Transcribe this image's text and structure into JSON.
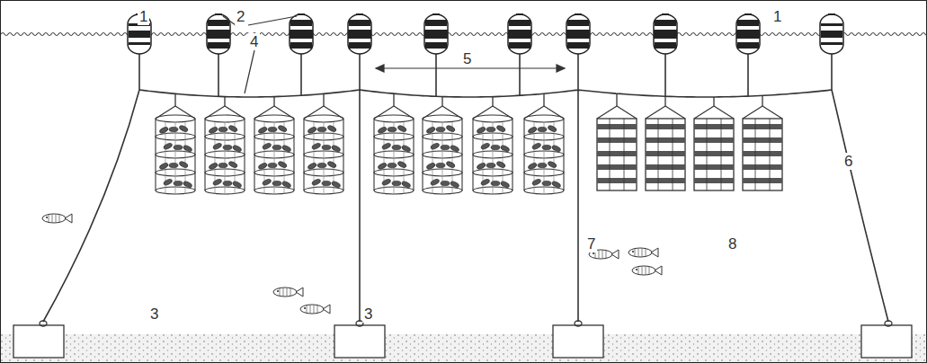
{
  "diagram": {
    "labels": [
      "1",
      "2",
      "4",
      "5",
      "1",
      "6",
      "7",
      "8",
      "3",
      "3"
    ]
  }
}
